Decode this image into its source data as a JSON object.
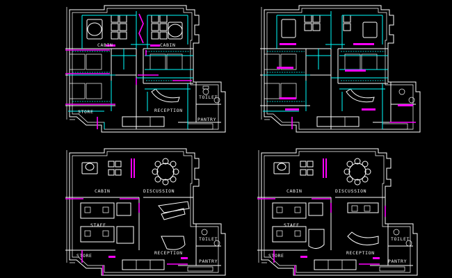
{
  "plans": [
    {
      "id": "plan-1",
      "labels": {
        "cabin_left": "CABIN",
        "cabin_right": "CABIN",
        "store": "STORE",
        "reception": "RECEPTION",
        "toilet": "TOILET",
        "pantry": "PANTRY"
      }
    },
    {
      "id": "plan-2",
      "labels": {}
    },
    {
      "id": "plan-3",
      "labels": {
        "cabin": "CABIN",
        "discussion": "DISCUSSION",
        "staff": "STAFF",
        "store": "STORE",
        "reception": "RECEPTION",
        "toilet": "TOILET",
        "pantry": "PANTRY"
      }
    },
    {
      "id": "plan-4",
      "labels": {
        "cabin": "CABIN",
        "discussion": "DISCUSSION",
        "staff": "STAFF",
        "store": "STORE",
        "reception": "RECEPTION",
        "toilet": "TOILET",
        "pantry": "PANTRY"
      }
    }
  ],
  "colors": {
    "background": "#000000",
    "walls": "#ffffff",
    "electrical": "#00ffff",
    "partition": "#ff00ff"
  }
}
